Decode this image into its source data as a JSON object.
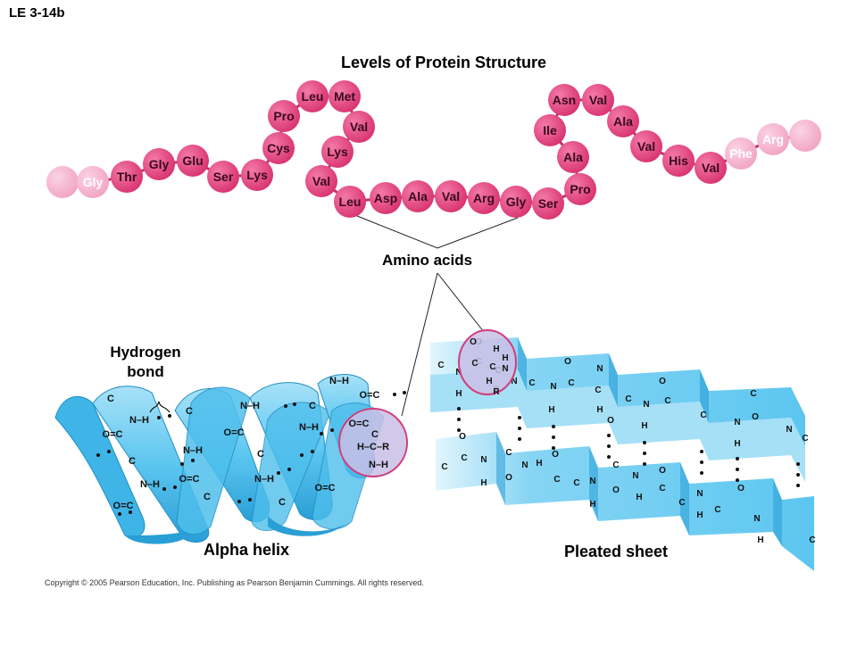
{
  "slide_id": "LE 3-14b",
  "title": "Levels of Protein Structure",
  "amino_acids_label": "Amino acids",
  "hydrogen_bond_label": [
    "Hydrogen",
    "bond"
  ],
  "alpha_helix_label": "Alpha helix",
  "pleated_sheet_label": "Pleated sheet",
  "copyright": "Copyright © 2005 Pearson Education, Inc. Publishing as Pearson Benjamin Cummings. All rights reserved.",
  "colors": {
    "bead": "#e0457f",
    "bead_faded": "#f3a8c6",
    "ribbon": "#5cc6f0",
    "ribbon_dark": "#2a9fd6",
    "highlight_fill": "#c9c0e6",
    "highlight_ring": "#d23d7c"
  },
  "chain": [
    "Gly",
    "Thr",
    "Gly",
    "Glu",
    "Ser",
    "Lys",
    "Cys",
    "Pro",
    "Leu",
    "Met",
    "Val",
    "Lys",
    "Val",
    "Leu",
    "Asp",
    "Ala",
    "Val",
    "Arg",
    "Gly",
    "Ser",
    "Pro",
    "Ala",
    "Ile",
    "Asn",
    "Val",
    "Ala",
    "Val",
    "His",
    "Val",
    "Phe",
    "Arg"
  ],
  "helix_atoms": [
    "C",
    "N–H",
    "O=C",
    "C",
    "N–H",
    "O=C",
    "C",
    "N–H",
    "O=C",
    "C",
    "N–H",
    "O=C",
    "C",
    "N–H",
    "C",
    "N–H",
    "O=C",
    "C",
    "N–H",
    "O=C"
  ],
  "helix_highlight": [
    "O=C",
    "C",
    "H–C–R",
    "N–H"
  ],
  "sheet_top_atoms": [
    "C",
    "N",
    "H",
    "O",
    "C",
    "C",
    "N",
    "R",
    "C",
    "N",
    "H",
    "O",
    "C",
    "C",
    "N",
    "H",
    "O",
    "C",
    "N",
    "H",
    "C",
    "O",
    "C",
    "N",
    "H",
    "C",
    "O",
    "N",
    "C"
  ],
  "sheet_bottom_atoms": [
    "O",
    "C",
    "C",
    "N",
    "H",
    "C",
    "O",
    "N",
    "H",
    "C",
    "O",
    "C",
    "N",
    "H",
    "C",
    "O",
    "N",
    "H",
    "C",
    "O",
    "C",
    "N",
    "H",
    "C",
    "O",
    "N",
    "H",
    "C"
  ],
  "sheet_highlight": [
    "O",
    "H",
    "H",
    "C",
    "C",
    "N",
    "H",
    "R"
  ]
}
